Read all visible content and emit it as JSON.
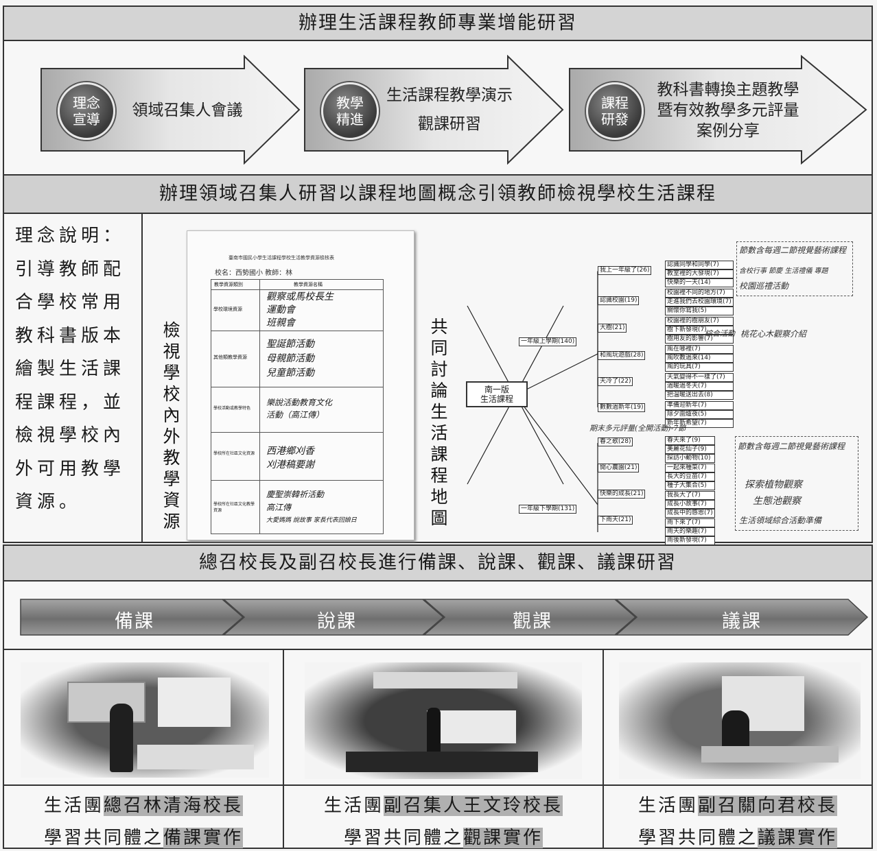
{
  "section1": {
    "title": "辦理生活課程教師專業增能研習",
    "steps": [
      {
        "badge": "理念\n宣導",
        "text": "領域召集人會議"
      },
      {
        "badge": "教學\n精進",
        "text_line1": "生活課程教學演示",
        "text_line2": "觀課研習"
      },
      {
        "badge": "課程\n研發",
        "text_line1": "教科書轉換主題教學",
        "text_line2": "暨有效教學多元評量",
        "text_line3": "案例分享"
      }
    ]
  },
  "section2": {
    "title": "辦理領域召集人研習以課程地圖概念引領教師檢視學校生活課程",
    "concept_lines": [
      "理念說明：",
      "引導教師配",
      "合學校常用",
      "教科書版本",
      "繪製生活課",
      "程課程，並",
      "檢視學校內",
      "外可用教學",
      "資源。"
    ],
    "vertical_label_1": "檢視學校內外教學資源",
    "vertical_label_2": "共同討論生活課程地圖",
    "doc": {
      "heading": "臺南市國民小學生活課程學校生活教學資源檢核表",
      "school_line": "校名：西勢國小     教師：林",
      "col_left": "教學資源類別",
      "col_right": "教學資源名稱",
      "rows": [
        {
          "label": "學校環境資源",
          "lines": [
            "觀察或馬校長生",
            "運動會",
            "班親會"
          ]
        },
        {
          "label": "其他類教學資源",
          "lines": [
            "聖誕節活動",
            "母親節活動",
            "兒童節活動"
          ]
        },
        {
          "label": "學校活動或教學特色",
          "lines": [
            "樂說活動教育文化",
            "活動（高江傳）"
          ]
        },
        {
          "label": "學校所在社區文化資源",
          "lines": [
            "西港鄉刈香",
            "刈港稿要謝"
          ]
        },
        {
          "label": "學校所在社區文化教學資源",
          "lines": [
            "慶聖崇韓祈活動",
            "高江傳",
            "大愛媽媽 說故事 家長代表回娘日"
          ]
        }
      ]
    },
    "mindmap": {
      "root": "南一版\n生活課程",
      "grade1": "一年級上學期(140)",
      "grade2": "一年級下學期(131)",
      "units_a": [
        "我上一年級了(26)",
        "認識校園(19)",
        "大樹(21)",
        "和風玩遊戲(28)",
        "天冷了(22)",
        "數數過新年(19)"
      ],
      "units_b": [
        "春之歌(28)",
        "開心農園(21)",
        "快樂的成長(21)",
        "下雨天(21)"
      ],
      "leaves_a": [
        "認識同學和同學(7)",
        "教室裡的大發現(7)",
        "快樂的一天(14)",
        "校園裡不同的地方(7)",
        "走進我們去校園環境(7)",
        "關懷你寫我(5)",
        "校園裡的樹朋友(7)",
        "樹下新發現(7)",
        "樹用友的影響(7)",
        "風在哪裡(7)",
        "風吹教過來(14)",
        "風的玩具(7)",
        "天氣變得不一樣了(7)",
        "過暖過冬天(7)",
        "把溫暖送出去(8)",
        "準備迎新年(7)",
        "除夕圍爐夜(5)",
        "新年新希望(7)"
      ],
      "leaves_b": [
        "春天來了(9)",
        "美麗花仙子(9)",
        "探訪小動物(10)",
        "一起來種菜(7)",
        "長大的豆苗(7)",
        "種子大集合(5)",
        "我長大了(7)",
        "成長小故事(7)",
        "成長中的感恩(7)",
        "雨下來了(7)",
        "雨天的樂趣(7)",
        "雨後新發現(7)"
      ],
      "notes": [
        "節數含每週二節視覺藝術課程",
        "含校行事 節慶 生活禮儀 專題",
        "校園巡禮活動",
        "桃花心木觀察介紹",
        "綜合活動",
        "期末多元評量(全開活動)-7節",
        "節數含每週二節視覺藝術課程",
        "探索植物觀察",
        "生態池觀察",
        "生活領域綜合活動準備"
      ]
    }
  },
  "section3": {
    "title": "總召校長及副召校長進行備課、說課、觀課、議課研習",
    "stages": [
      "備課",
      "說課",
      "觀課",
      "議課"
    ],
    "captions": [
      {
        "line1_a": "生活團",
        "line1_b": "總召林清海校長",
        "line2_a": "學習共同體之",
        "line2_b": "備課實作"
      },
      {
        "line1_a": "生活團",
        "line1_b": "副召集人王文玲校長",
        "line2_a": "學習共同體之",
        "line2_b": "觀課實作"
      },
      {
        "line1_a": "生活團",
        "line1_b": "副召關向君校長",
        "line2_a": "學習共同體之",
        "line2_b": "議課實作"
      }
    ]
  }
}
